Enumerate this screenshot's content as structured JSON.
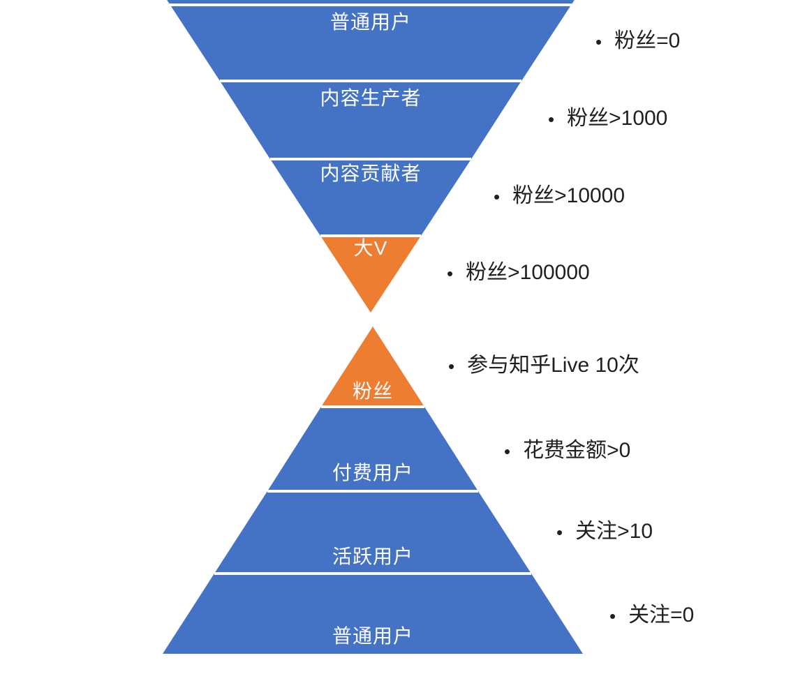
{
  "colors": {
    "segment_blue": "#4472C4",
    "segment_orange": "#ED7D31",
    "divider": "#FFFFFF",
    "label_text": "#FFFFFF",
    "bullet_text": "#1F1F1F"
  },
  "ui": {
    "bullet_char": "•"
  },
  "top_funnel": {
    "description": "inverted influence funnel",
    "segments": [
      {
        "label": "普通用户",
        "criterion": "粉丝=0"
      },
      {
        "label": "内容生产者",
        "criterion": "粉丝>1000"
      },
      {
        "label": "内容贡献者",
        "criterion": "粉丝>10000"
      },
      {
        "label": "大V",
        "criterion": "粉丝>100000"
      }
    ]
  },
  "bottom_pyramid": {
    "description": "upright engagement pyramid",
    "segments": [
      {
        "label": "粉丝",
        "criterion": "参与知乎Live 10次"
      },
      {
        "label": "付费用户",
        "criterion": "花费金额>0"
      },
      {
        "label": "活跃用户",
        "criterion": "关注>10"
      },
      {
        "label": "普通用户",
        "criterion": "关注=0"
      }
    ]
  }
}
